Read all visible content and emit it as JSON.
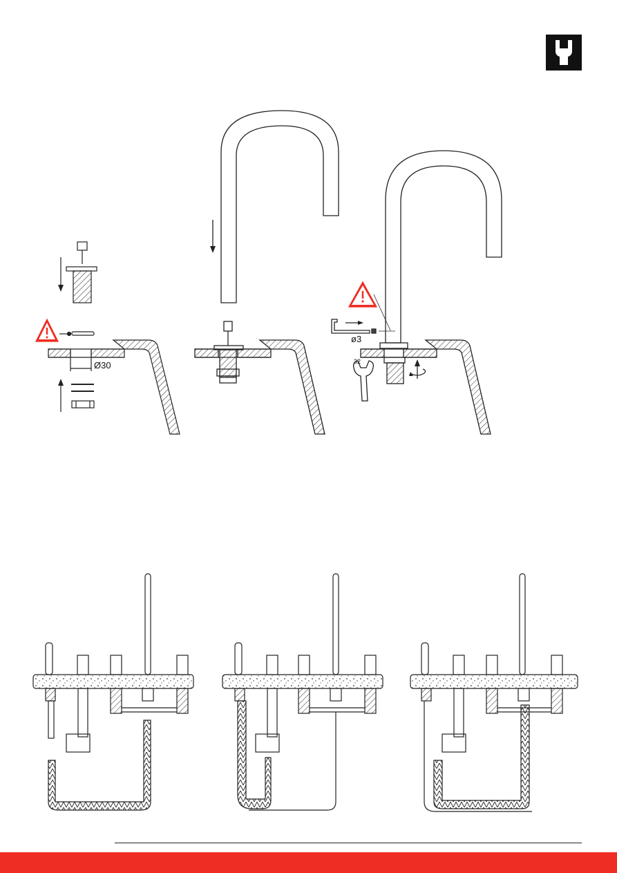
{
  "page": {
    "badge_icon": "wrench-icon",
    "accent_color": "#ee2e24",
    "warning_icon": "warning-triangle-icon"
  },
  "labels": {
    "hole_diameter": "Ø30",
    "hex_key_size": "ø3",
    "spanner_size": "32"
  }
}
